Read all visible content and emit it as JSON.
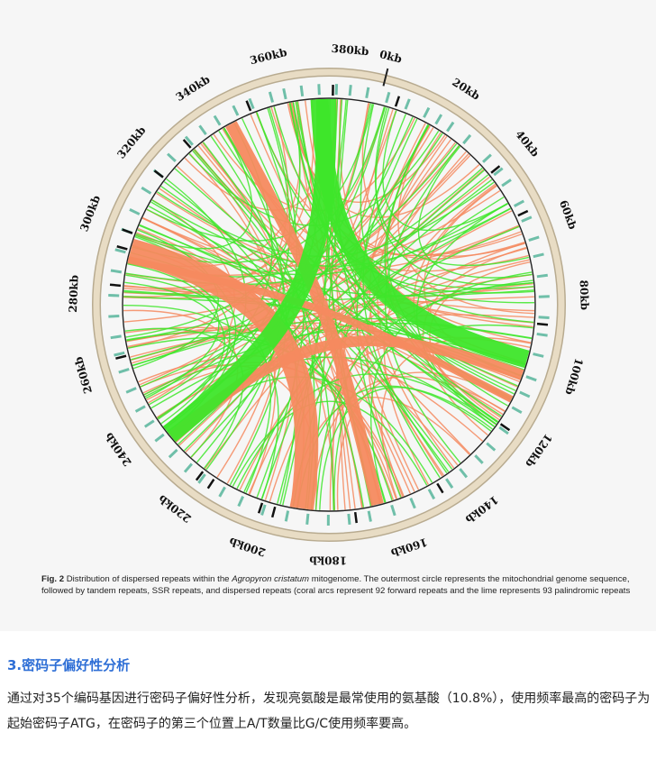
{
  "figure": {
    "tick_labels": [
      "0kb",
      "20kb",
      "40kb",
      "60kb",
      "80kb",
      "100kb",
      "120kb",
      "140kb",
      "160kb",
      "180kb",
      "200kb",
      "220kb",
      "240kb",
      "260kb",
      "280kb",
      "300kb",
      "320kb",
      "340kb",
      "360kb",
      "380kb"
    ],
    "colors": {
      "forward": "#f58a5f",
      "palindromic": "#3ee62a",
      "ring": "#e8dcc4",
      "tick": "#6fbfa9",
      "marker": "#111111"
    }
  },
  "caption": {
    "label": "Fig. 2",
    "text_before": "Distribution of dispersed repeats within the ",
    "species": "Agropyron cristatum",
    "text_after": " mitogenome. The outermost circle represents the mitochondrial genome sequence, followed by tandem repeats, SSR repeats, and dispersed repeats (coral arcs represent 92 forward repeats and the lime represents 93 palindromic repeats"
  },
  "section": {
    "heading": "3.密码子偏好性分析",
    "body": "通过对35个编码基因进行密码子偏好性分析，发现亮氨酸是最常使用的氨基酸（10.8%），使用频率最高的密码子为起始密码子ATG，在密码子的第三个位置上A/T数量比G/C使用频率要高。"
  }
}
